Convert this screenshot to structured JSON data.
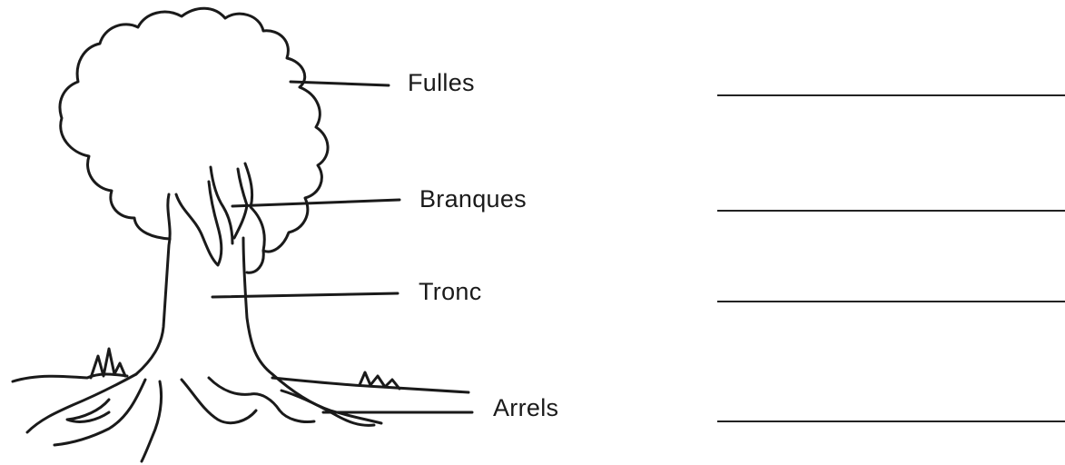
{
  "labels": {
    "leaves": "Fulles",
    "branches": "Branques",
    "trunk": "Tronc",
    "roots": "Arrels"
  },
  "answer_lines": 4
}
